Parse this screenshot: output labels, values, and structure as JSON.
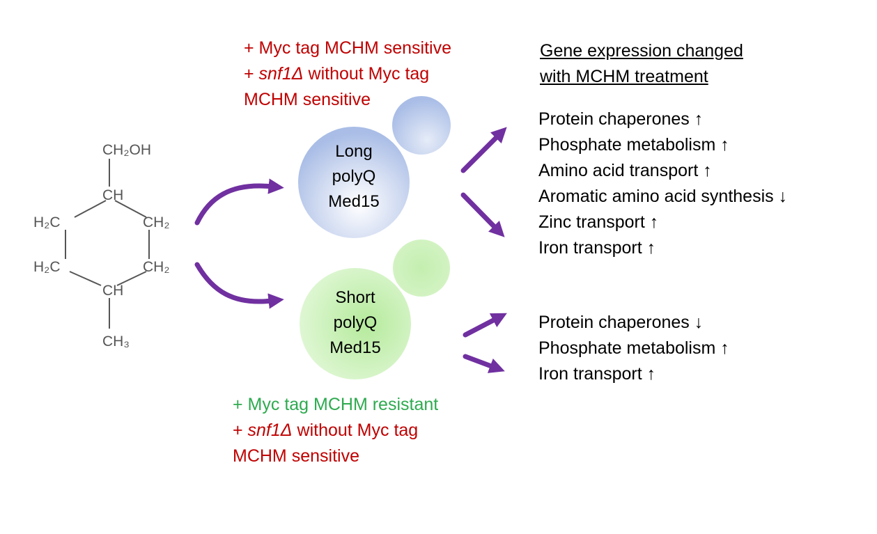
{
  "molecule": {
    "top": "CH₂OH",
    "upper_ch": "CH",
    "lower_ch": "CH",
    "left_upper": "H₂C",
    "left_lower": "H₂C",
    "right_upper": "CH₂",
    "right_lower": "CH₂",
    "bottom": "CH₃"
  },
  "long_cell": {
    "label_line1": "Long",
    "label_line2": "polyQ",
    "label_line3": "Med15",
    "color": "#b8c8ea",
    "notes": {
      "line1": "+ Myc tag MCHM sensitive",
      "line2_prefix": "+ ",
      "line2_italic": "snf1Δ",
      "line2_suffix": " without Myc tag",
      "line3": "MCHM sensitive"
    }
  },
  "short_cell": {
    "label_line1": "Short",
    "label_line2": "polyQ",
    "label_line3": "Med15",
    "color": "#c6f0b4",
    "notes": {
      "line1": "+ Myc tag MCHM resistant",
      "line2_prefix": "+ ",
      "line2_italic": "snf1Δ",
      "line2_suffix": " without Myc tag",
      "line3": "MCHM sensitive"
    }
  },
  "heading": {
    "line1": "Gene expression changed",
    "line2": "with MCHM treatment"
  },
  "long_genes": [
    "Protein chaperones ↑",
    "Phosphate metabolism ↑",
    "Amino acid transport ↑",
    "Aromatic amino acid synthesis ↓",
    "Zinc transport ↑",
    "Iron transport ↑"
  ],
  "short_genes": [
    "Protein chaperones ↓",
    "Phosphate metabolism ↑",
    "Iron transport ↑"
  ],
  "colors": {
    "arrow": "#7030a0",
    "sensitive_text": "#c00000",
    "resistant_text": "#2eaa4f"
  }
}
